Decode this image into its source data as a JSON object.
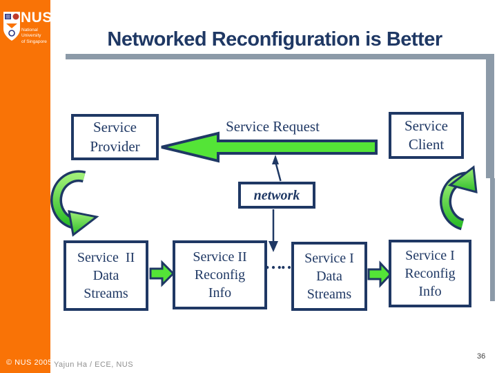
{
  "slide": {
    "title": "Networked Reconfiguration is Better",
    "page_number": "36",
    "footer_copyright": "© NUS 2005",
    "footer_credit": "Yajun Ha / ECE, NUS"
  },
  "logo": {
    "acronym": "NUS",
    "name_line1": "National University",
    "name_line2": "of Singapore"
  },
  "diagram": {
    "provider_box": {
      "lines": [
        "Service",
        "Provider"
      ]
    },
    "client_box": {
      "lines": [
        "Service",
        "Client"
      ]
    },
    "request_label": "Service Request",
    "network_box_label": "network",
    "dots": "……",
    "bottom_boxes": [
      {
        "lines": [
          "Service  II",
          "Data",
          "Streams"
        ]
      },
      {
        "lines": [
          "Service II",
          "Reconfig",
          "Info"
        ]
      },
      {
        "lines": [
          "Service I",
          "Data",
          "Streams"
        ]
      },
      {
        "lines": [
          "Service I",
          "Reconfig",
          "Info"
        ]
      }
    ]
  },
  "colors": {
    "brand_orange": "#F97306",
    "navy": "#1F3864",
    "arrow_green": "#54E437",
    "rule_gray": "#8C9AA8"
  }
}
